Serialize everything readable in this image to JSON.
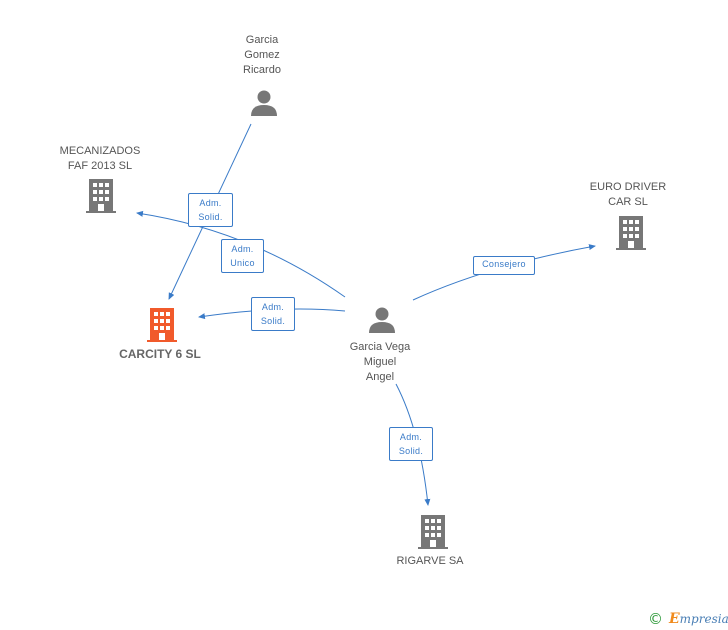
{
  "nodes": {
    "garcia_gomez": {
      "label": "Garcia\nGomez\nRicardo",
      "type": "person"
    },
    "mecanizados": {
      "label": "MECANIZADOS\nFAF 2013 SL",
      "type": "company"
    },
    "euro_driver": {
      "label": "EURO DRIVER\nCAR SL",
      "type": "company"
    },
    "carcity": {
      "label": "CARCITY 6 SL",
      "type": "company",
      "highlight_color": "#f15a2b"
    },
    "garcia_vega": {
      "label": "Garcia Vega\nMiguel\nAngel",
      "type": "person"
    },
    "rigarve": {
      "label": "RIGARVE SA",
      "type": "company"
    }
  },
  "edges": {
    "gomez_to_carcity": {
      "label": "Adm.\nSolid."
    },
    "vega_to_mecanizados": {
      "label": "Adm.\nUnico"
    },
    "vega_to_carcity": {
      "label": "Adm.\nSolid."
    },
    "vega_to_euro": {
      "label": "Consejero"
    },
    "vega_to_rigarve": {
      "label": "Adm.\nSolid."
    }
  },
  "colors": {
    "edge": "#3a7bc8",
    "node_icon": "#777777",
    "focus_icon": "#f15a2b"
  },
  "footer": {
    "copyright_symbol": "©",
    "brand_initial": "E",
    "brand_rest": "mpresia"
  }
}
